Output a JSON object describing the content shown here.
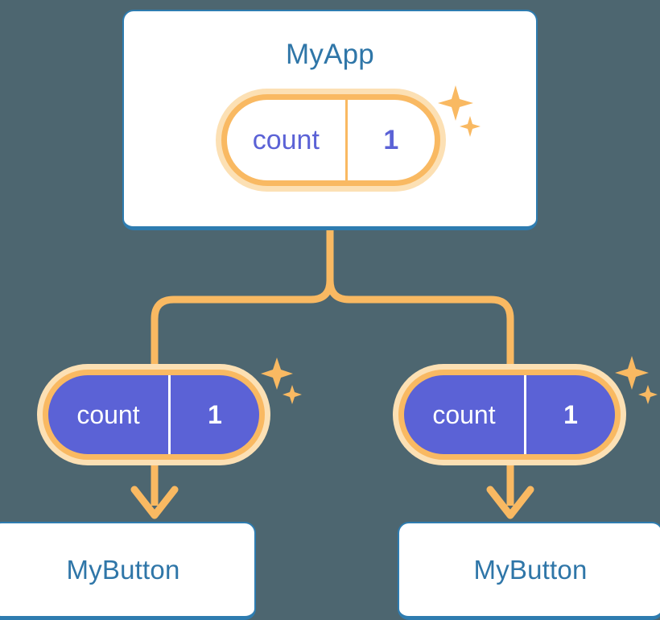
{
  "diagram": {
    "title_semantic": "component-state-propagation-tree",
    "background_color": "#4d6670"
  },
  "palette": {
    "background": "#4d6670",
    "card_background": "#ffffff",
    "card_border": "#2e7cb0",
    "title_text": "#2f76a8",
    "accent_orange": "#f9b962",
    "accent_orange_pale": "#fce0b4",
    "state_purple": "#5b62d6",
    "state_text_on_purple": "#ffffff",
    "connector": "#f9b962"
  },
  "root": {
    "title": "MyApp",
    "state": {
      "key": "count",
      "value": "1"
    }
  },
  "children": [
    {
      "id": "left",
      "state": {
        "key": "count",
        "value": "1"
      },
      "card": {
        "title": "MyButton"
      }
    },
    {
      "id": "right",
      "state": {
        "key": "count",
        "value": "1"
      },
      "card": {
        "title": "MyButton"
      }
    }
  ],
  "icons": {
    "sparkle_large": "sparkle-icon",
    "sparkle_small": "sparkle-small-icon",
    "arrow_down": "arrow-down-icon",
    "branch_connector": "tree-branch-connector"
  }
}
